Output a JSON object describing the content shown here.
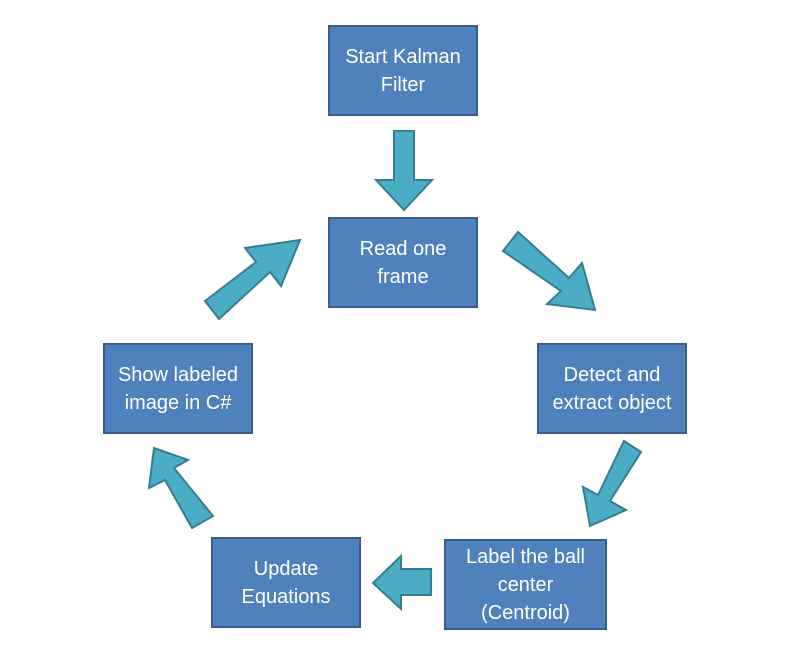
{
  "colors": {
    "box_fill": "#4f81bd",
    "box_border": "#385d8a",
    "arrow_fill": "#4bacc6",
    "arrow_border": "#357d91",
    "text": "#ffffff"
  },
  "nodes": {
    "start": "Start Kalman\nFilter",
    "read": "Read one\nframe",
    "detect": "Detect and\nextract object",
    "label": "Label the ball\ncenter\n(Centroid)",
    "update": "Update\nEquations",
    "show": "Show labeled\nimage in C#"
  },
  "arrows": [
    {
      "from": "start",
      "to": "read"
    },
    {
      "from": "read",
      "to": "detect"
    },
    {
      "from": "detect",
      "to": "label"
    },
    {
      "from": "label",
      "to": "update"
    },
    {
      "from": "update",
      "to": "show"
    },
    {
      "from": "show",
      "to": "read"
    }
  ]
}
